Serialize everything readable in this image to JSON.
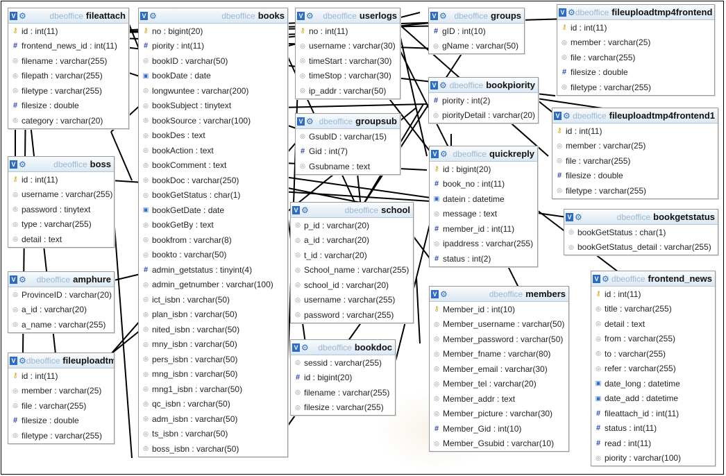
{
  "schema": "dbeoffice",
  "tables": [
    {
      "id": "fileattach",
      "name": "fileattach",
      "columns": [
        {
          "t": "key",
          "text": "id : int(11)"
        },
        {
          "t": "num",
          "text": "frontend_news_id : int(11)"
        },
        {
          "t": "col",
          "text": "filename : varchar(255)"
        },
        {
          "t": "col",
          "text": "filepath : varchar(255)"
        },
        {
          "t": "col",
          "text": "filetype : varchar(255)"
        },
        {
          "t": "num",
          "text": "filesize : double"
        },
        {
          "t": "col",
          "text": "category : varchar(20)"
        }
      ]
    },
    {
      "id": "books",
      "name": "books",
      "columns": [
        {
          "t": "key",
          "text": "no : bigint(20)"
        },
        {
          "t": "num",
          "text": "piority : int(11)"
        },
        {
          "t": "col",
          "text": "bookID : varchar(50)"
        },
        {
          "t": "dt",
          "text": "bookDate : date"
        },
        {
          "t": "col",
          "text": "longwuntee : varchar(200)"
        },
        {
          "t": "col",
          "text": "bookSubject : tinytext"
        },
        {
          "t": "col",
          "text": "bookSource : varchar(100)"
        },
        {
          "t": "col",
          "text": "bookDes : text"
        },
        {
          "t": "col",
          "text": "bookAction : text"
        },
        {
          "t": "col",
          "text": "bookComment : text"
        },
        {
          "t": "col",
          "text": "bookDoc : varchar(250)"
        },
        {
          "t": "col",
          "text": "bookGetStatus : char(1)"
        },
        {
          "t": "dt",
          "text": "bookGetDate : date"
        },
        {
          "t": "col",
          "text": "bookGetBy : text"
        },
        {
          "t": "col",
          "text": "bookfrom : varchar(8)"
        },
        {
          "t": "col",
          "text": "bookto : varchar(50)"
        },
        {
          "t": "num",
          "text": "admin_getstatus : tinyint(4)"
        },
        {
          "t": "col",
          "text": "admin_getnumber : varchar(100)"
        },
        {
          "t": "col",
          "text": "ict_isbn : varchar(50)"
        },
        {
          "t": "col",
          "text": "plan_isbn : varchar(50)"
        },
        {
          "t": "col",
          "text": "nited_isbn : varchar(50)"
        },
        {
          "t": "col",
          "text": "mny_isbn : varchar(50)"
        },
        {
          "t": "col",
          "text": "pers_isbn : varchar(50)"
        },
        {
          "t": "col",
          "text": "mng_isbn : varchar(50)"
        },
        {
          "t": "col",
          "text": "mng1_isbn : varchar(50)"
        },
        {
          "t": "col",
          "text": "qc_isbn : varchar(50)"
        },
        {
          "t": "col",
          "text": "adm_isbn : varchar(50)"
        },
        {
          "t": "col",
          "text": "ts_isbn : varchar(50)"
        },
        {
          "t": "col",
          "text": "boss_isbn : varchar(50)"
        }
      ]
    },
    {
      "id": "userlogs",
      "name": "userlogs",
      "columns": [
        {
          "t": "key",
          "text": "no : int(11)"
        },
        {
          "t": "col",
          "text": "username : varchar(30)"
        },
        {
          "t": "col",
          "text": "timeStart : varchar(30)"
        },
        {
          "t": "col",
          "text": "timeStop : varchar(30)"
        },
        {
          "t": "col",
          "text": "ip_addr : varchar(50)"
        }
      ]
    },
    {
      "id": "groups",
      "name": "groups",
      "columns": [
        {
          "t": "num",
          "text": "gID : int(10)"
        },
        {
          "t": "col",
          "text": "gName : varchar(50)"
        }
      ]
    },
    {
      "id": "fileuploadtmp4frontend",
      "name": "fileuploadtmp4frontend",
      "columns": [
        {
          "t": "key",
          "text": "id : int(11)"
        },
        {
          "t": "col",
          "text": "member : varchar(25)"
        },
        {
          "t": "col",
          "text": "file : varchar(255)"
        },
        {
          "t": "num",
          "text": "filesize : double"
        },
        {
          "t": "col",
          "text": "filetype : varchar(255)"
        }
      ]
    },
    {
      "id": "bookpiority",
      "name": "bookpiority",
      "columns": [
        {
          "t": "num",
          "text": "piority : int(2)"
        },
        {
          "t": "col",
          "text": "piorityDetail : varchar(20)"
        }
      ]
    },
    {
      "id": "fileuploadtmp4frontend1",
      "name": "fileuploadtmp4frontend1",
      "columns": [
        {
          "t": "key",
          "text": "id : int(11)"
        },
        {
          "t": "col",
          "text": "member : varchar(25)"
        },
        {
          "t": "col",
          "text": "file : varchar(255)"
        },
        {
          "t": "num",
          "text": "filesize : double"
        },
        {
          "t": "col",
          "text": "filetype : varchar(255)"
        }
      ]
    },
    {
      "id": "groupsub",
      "name": "groupsub",
      "columns": [
        {
          "t": "col",
          "text": "GsubID : varchar(15)"
        },
        {
          "t": "num",
          "text": "Gid : int(7)"
        },
        {
          "t": "col",
          "text": "Gsubname : text"
        }
      ]
    },
    {
      "id": "quickreply",
      "name": "quickreply",
      "columns": [
        {
          "t": "key",
          "text": "id : bigint(20)"
        },
        {
          "t": "num",
          "text": "book_no : int(11)"
        },
        {
          "t": "dt",
          "text": "datein : datetime"
        },
        {
          "t": "col",
          "text": "message : text"
        },
        {
          "t": "num",
          "text": "member_id : int(11)"
        },
        {
          "t": "col",
          "text": "ipaddress : varchar(255)"
        },
        {
          "t": "num",
          "text": "status : int(2)"
        }
      ]
    },
    {
      "id": "boss",
      "name": "boss",
      "columns": [
        {
          "t": "key",
          "text": "id : int(11)"
        },
        {
          "t": "col",
          "text": "username : varchar(255)"
        },
        {
          "t": "col",
          "text": "password : tinytext"
        },
        {
          "t": "col",
          "text": "type : varchar(255)"
        },
        {
          "t": "col",
          "text": "detail : text"
        }
      ]
    },
    {
      "id": "school",
      "name": "school",
      "columns": [
        {
          "t": "col",
          "text": "p_id : varchar(20)"
        },
        {
          "t": "col",
          "text": "a_id : varchar(20)"
        },
        {
          "t": "col",
          "text": "t_id : varchar(20)"
        },
        {
          "t": "col",
          "text": "School_name : varchar(255)"
        },
        {
          "t": "col",
          "text": "school_id : varchar(20)"
        },
        {
          "t": "col",
          "text": "username : varchar(255)"
        },
        {
          "t": "col",
          "text": "password : varchar(255)"
        }
      ]
    },
    {
      "id": "bookgetstatus",
      "name": "bookgetstatus",
      "columns": [
        {
          "t": "col",
          "text": "bookGetStatus : char(1)"
        },
        {
          "t": "col",
          "text": "bookGetStatus_detail : varchar(255)"
        }
      ]
    },
    {
      "id": "amphure",
      "name": "amphure",
      "columns": [
        {
          "t": "col",
          "text": "ProvinceID : varchar(20)"
        },
        {
          "t": "col",
          "text": "a_id : varchar(20)"
        },
        {
          "t": "col",
          "text": "a_name : varchar(255)"
        }
      ]
    },
    {
      "id": "members",
      "name": "members",
      "columns": [
        {
          "t": "key",
          "text": "Member_id : int(10)"
        },
        {
          "t": "col",
          "text": "Member_username : varchar(50)"
        },
        {
          "t": "col",
          "text": "Member_password : varchar(50)"
        },
        {
          "t": "col",
          "text": "Member_fname : varchar(80)"
        },
        {
          "t": "col",
          "text": "Member_email : varchar(30)"
        },
        {
          "t": "col",
          "text": "Member_tel : varchar(20)"
        },
        {
          "t": "col",
          "text": "Member_addr : text"
        },
        {
          "t": "col",
          "text": "Member_picture : varchar(30)"
        },
        {
          "t": "num",
          "text": "Member_Gid : int(10)"
        },
        {
          "t": "col",
          "text": "Member_Gsubid : varchar(10)"
        }
      ]
    },
    {
      "id": "frontend_news",
      "name": "frontend_news",
      "columns": [
        {
          "t": "key",
          "text": "id : int(11)"
        },
        {
          "t": "col",
          "text": "title : varchar(255)"
        },
        {
          "t": "col",
          "text": "detail : text"
        },
        {
          "t": "col",
          "text": "from : varchar(255)"
        },
        {
          "t": "col",
          "text": "to : varchar(255)"
        },
        {
          "t": "col",
          "text": "refer : varchar(255)"
        },
        {
          "t": "dt",
          "text": "date_long : datetime"
        },
        {
          "t": "dt",
          "text": "date_add : datetime"
        },
        {
          "t": "num",
          "text": "fileattach_id : int(11)"
        },
        {
          "t": "num",
          "text": "status : int(11)"
        },
        {
          "t": "num",
          "text": "read : int(11)"
        },
        {
          "t": "col",
          "text": "piority : varchar(100)"
        }
      ]
    },
    {
      "id": "bookdoc",
      "name": "bookdoc",
      "columns": [
        {
          "t": "col",
          "text": "sessid : varchar(255)"
        },
        {
          "t": "num",
          "text": "id : bigint(20)"
        },
        {
          "t": "col",
          "text": "filename : varchar(255)"
        },
        {
          "t": "col",
          "text": "filesize : varchar(255)"
        }
      ]
    },
    {
      "id": "fileuploadtmp",
      "name": "fileuploadtmp",
      "columns": [
        {
          "t": "key",
          "text": "id : int(11)"
        },
        {
          "t": "col",
          "text": "member : varchar(25)"
        },
        {
          "t": "col",
          "text": "file : varchar(255)"
        },
        {
          "t": "num",
          "text": "filesize : double"
        },
        {
          "t": "col",
          "text": "filetype : varchar(255)"
        }
      ]
    }
  ]
}
